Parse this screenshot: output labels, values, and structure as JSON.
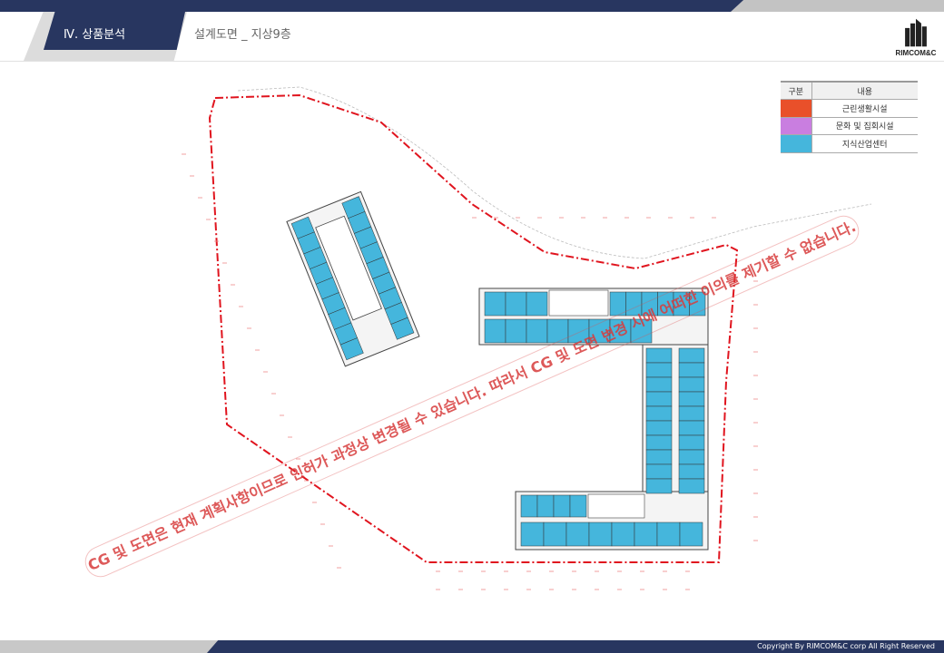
{
  "header": {
    "section": "Ⅳ. 상품분석",
    "title": "설계도면 _ 지상9층",
    "logo_text": "RIMCOM&C"
  },
  "legend": {
    "col1": "구분",
    "col2": "내용",
    "items": [
      {
        "label": "근린생활시설",
        "color": "#e9502a"
      },
      {
        "label": "문화 및 집회시설",
        "color": "#c97ee0"
      },
      {
        "label": "지식산업센터",
        "color": "#45b6dc"
      }
    ]
  },
  "watermark": "CG 및 도면은 현재 계획사항이므로 인허가 과정상 변경될 수 있습니다. 따라서 CG 및 도면 변경 시에 어떠한 이의를 제기할 수 없습니다.",
  "footer": {
    "copyright": "Copyright By RIMCOM&C corp All Right Reserved"
  },
  "colors": {
    "navy": "#283660",
    "boundary": "#e0141e",
    "unit": "#45b6dc"
  }
}
